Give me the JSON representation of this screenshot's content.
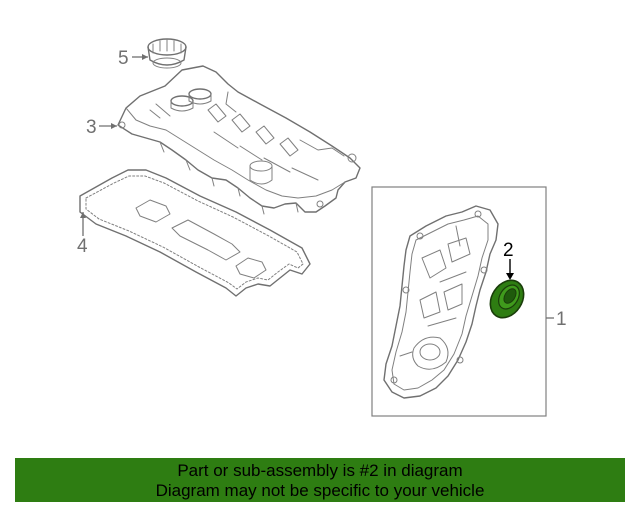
{
  "callouts": {
    "c1": "1",
    "c2": "2",
    "c3": "3",
    "c4": "4",
    "c5": "5"
  },
  "highlight_callout": "2",
  "colors": {
    "banner_bg": "#2e7d12",
    "highlight_part": "#2e7d12",
    "line_art": "#707070"
  },
  "banner": {
    "line1": "Part or sub-assembly is #2 in diagram",
    "line2": "Diagram may not be specific to your vehicle"
  }
}
